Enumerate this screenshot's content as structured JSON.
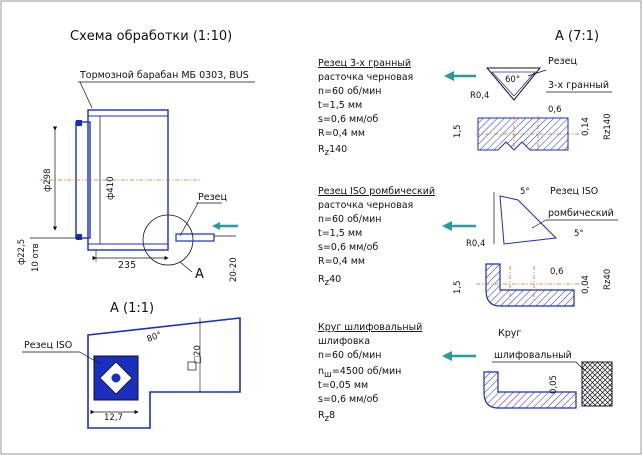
{
  "left": {
    "scheme_title": "Схема обработки (1:10)",
    "drum_label": "Тормозной барабан МБ 0303, BUS",
    "cutter_label": "Резец",
    "view_letter": "A",
    "dims": {
      "d298": "ф298",
      "d410": "ф410",
      "d22_5": "ф22,5",
      "holes": "10 отв",
      "len235": "235",
      "len20": "20-20"
    },
    "detail_title": "A (1:1)",
    "iso_cutter_label": "Резец ISO",
    "angle80": "80°",
    "square20": "□20",
    "size12_7": "12,7"
  },
  "right": {
    "detail_title": "A (7:1)",
    "op1": {
      "name": "Резец 3-х гранный",
      "lines": [
        "расточка черновая",
        "n=60 об/мин",
        "t=1,5 мм",
        "s=0,6 мм/об",
        "R=0,4 мм"
      ],
      "rz": "R",
      "rz_sub": "z",
      "rz_val": "140",
      "tool_label_1": "Резец",
      "tool_label_2": "3-х гранный",
      "angle": "60°",
      "radius": "R0,4",
      "dim_feed": "0,6",
      "dim_depth": "1,5",
      "dim_small": "0,14",
      "rz_dim": "Rz140"
    },
    "op2": {
      "name": "Резец ISO ромбический",
      "lines": [
        "расточка черновая",
        "n=60 об/мин",
        "t=1,5 мм",
        "s=0,6 мм/об",
        "R=0,4 мм"
      ],
      "rz": "R",
      "rz_sub": "z",
      "rz_val": "40",
      "tool_label_1": "Резец ISO",
      "tool_label_2": "ромбический",
      "angle1": "5°",
      "angle2": "5°",
      "radius": "R0,4",
      "dim_feed": "0,6",
      "dim_depth": "1,5",
      "dim_small": "0,04",
      "rz_dim": "Rz40"
    },
    "op3": {
      "name": "Круг шлифовальный",
      "lines": [
        "шлифовка",
        "n=60 об/мин"
      ],
      "nw": "n",
      "nw_sub": "ш",
      "nw_val": "=4500 об/мин",
      "lines2": [
        "t=0,05 мм",
        "s=0,6 мм/об"
      ],
      "rz": "R",
      "rz_sub": "z",
      "rz_val": "8",
      "tool_label_1": "Круг",
      "tool_label_2": "шлифовальный",
      "dim_small": "0,05"
    }
  },
  "colors": {
    "part": "#1a2fbf",
    "feed_arrow": "#2a9a9a",
    "axis": "#e06b1a",
    "text": "#111111"
  }
}
